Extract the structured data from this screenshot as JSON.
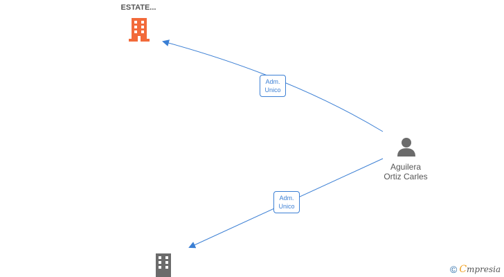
{
  "nodes": {
    "company_top": {
      "label": "ESTATE...",
      "icon": "building-icon",
      "color": "#f26a3a"
    },
    "company_bottom": {
      "label": "",
      "icon": "building-icon",
      "color": "#6b6b6b"
    },
    "person": {
      "name_line1": "Aguilera",
      "name_line2": "Ortiz Carles",
      "icon": "person-icon",
      "color": "#6b6b6b"
    }
  },
  "edges": [
    {
      "from": "person",
      "to": "company_top",
      "role_line1": "Adm.",
      "role_line2": "Unico"
    },
    {
      "from": "person",
      "to": "company_bottom",
      "role_line1": "Adm.",
      "role_line2": "Unico"
    }
  ],
  "colors": {
    "edge": "#3b7fd4",
    "accent": "#f26a3a",
    "brand": "#f0a020"
  },
  "brand": {
    "copyright": "©",
    "name_first": "C",
    "name_rest": "mpresia"
  }
}
